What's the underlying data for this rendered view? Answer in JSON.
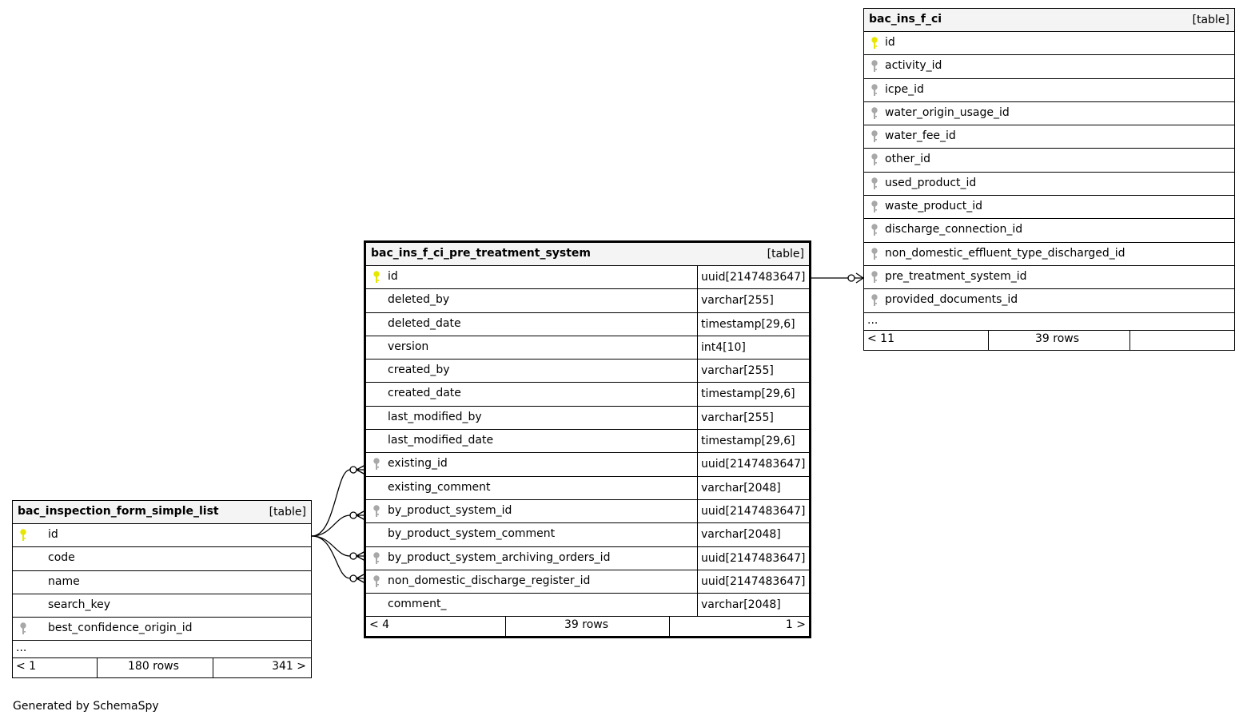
{
  "tables": {
    "ci": {
      "name": "bac_ins_f_ci",
      "type": "[table]",
      "columns": [
        {
          "name": "id",
          "key": "primary"
        },
        {
          "name": "activity_id",
          "key": "foreign"
        },
        {
          "name": "icpe_id",
          "key": "foreign"
        },
        {
          "name": "water_origin_usage_id",
          "key": "foreign"
        },
        {
          "name": "water_fee_id",
          "key": "foreign"
        },
        {
          "name": "other_id",
          "key": "foreign"
        },
        {
          "name": "used_product_id",
          "key": "foreign"
        },
        {
          "name": "waste_product_id",
          "key": "foreign"
        },
        {
          "name": "discharge_connection_id",
          "key": "foreign"
        },
        {
          "name": "non_domestic_effluent_type_discharged_id",
          "key": "foreign"
        },
        {
          "name": "pre_treatment_system_id",
          "key": "foreign"
        },
        {
          "name": "provided_documents_id",
          "key": "foreign"
        }
      ],
      "ellipsis": "...",
      "footer": {
        "left": "< 11",
        "middle": "39 rows",
        "right": ""
      }
    },
    "pts": {
      "name": "bac_ins_f_ci_pre_treatment_system",
      "type": "[table]",
      "columns": [
        {
          "name": "id",
          "type": "uuid[2147483647]",
          "key": "primary"
        },
        {
          "name": "deleted_by",
          "type": "varchar[255]",
          "key": "none"
        },
        {
          "name": "deleted_date",
          "type": "timestamp[29,6]",
          "key": "none"
        },
        {
          "name": "version",
          "type": "int4[10]",
          "key": "none"
        },
        {
          "name": "created_by",
          "type": "varchar[255]",
          "key": "none"
        },
        {
          "name": "created_date",
          "type": "timestamp[29,6]",
          "key": "none"
        },
        {
          "name": "last_modified_by",
          "type": "varchar[255]",
          "key": "none"
        },
        {
          "name": "last_modified_date",
          "type": "timestamp[29,6]",
          "key": "none"
        },
        {
          "name": "existing_id",
          "type": "uuid[2147483647]",
          "key": "foreign"
        },
        {
          "name": "existing_comment",
          "type": "varchar[2048]",
          "key": "none"
        },
        {
          "name": "by_product_system_id",
          "type": "uuid[2147483647]",
          "key": "foreign"
        },
        {
          "name": "by_product_system_comment",
          "type": "varchar[2048]",
          "key": "none"
        },
        {
          "name": "by_product_system_archiving_orders_id",
          "type": "uuid[2147483647]",
          "key": "foreign"
        },
        {
          "name": "non_domestic_discharge_register_id",
          "type": "uuid[2147483647]",
          "key": "foreign"
        },
        {
          "name": "comment_",
          "type": "varchar[2048]",
          "key": "none"
        }
      ],
      "footer": {
        "left": "< 4",
        "middle": "39 rows",
        "right": "1 >"
      }
    },
    "list": {
      "name": "bac_inspection_form_simple_list",
      "type": "[table]",
      "columns": [
        {
          "name": "id",
          "key": "primary"
        },
        {
          "name": "code",
          "key": "none"
        },
        {
          "name": "name",
          "key": "none"
        },
        {
          "name": "search_key",
          "key": "none"
        },
        {
          "name": "best_confidence_origin_id",
          "key": "foreign"
        }
      ],
      "ellipsis": "...",
      "footer": {
        "left": "< 1",
        "middle": "180 rows",
        "right": "341 >"
      }
    }
  },
  "colors": {
    "primary_key": "#e6e600",
    "foreign_key": "#a8a8a8",
    "header_bg": "#f4f4f4"
  },
  "footer_text": "Generated by SchemaSpy"
}
